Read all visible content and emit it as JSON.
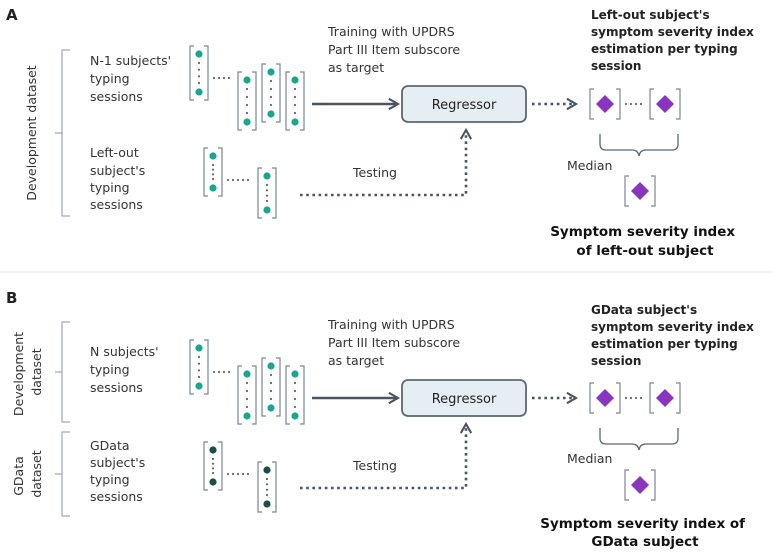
{
  "colors": {
    "teal": "#1aa68e",
    "dark_teal": "#1c4e47",
    "purple": "#8a35c0",
    "arrow": "#4a5561",
    "regressor_fill": "#e4eef3",
    "regressor_stroke": "#5b6772"
  },
  "panels": [
    {
      "letter": "A",
      "group_label": "Development dataset",
      "train_label": [
        "N-1 subjects'",
        "typing",
        "sessions"
      ],
      "test_label": [
        "Left-out",
        "subject's",
        "typing",
        "sessions"
      ],
      "test_dot_color": "teal",
      "training_text": [
        "Training with UPDRS",
        "Part III Item subscore",
        "as target"
      ],
      "regressor": "Regressor",
      "testing": "Testing",
      "estimation_title": [
        "Left-out subject's",
        "symptom severity index",
        "estimation per typing",
        "session"
      ],
      "median": "Median",
      "result": [
        "Symptom severity index",
        "of  left-out subject"
      ]
    },
    {
      "letter": "B",
      "group_label_top": "Development",
      "group_label_top_2": "dataset",
      "group_label_bottom": "GData",
      "group_label_bottom_2": "dataset",
      "train_label": [
        "N subjects'",
        "typing",
        "sessions"
      ],
      "test_label": [
        "GData",
        "subject's",
        "typing",
        "sessions"
      ],
      "test_dot_color": "dark_teal",
      "training_text": [
        "Training with UPDRS",
        "Part III Item subscore",
        "as target"
      ],
      "regressor": "Regressor",
      "testing": "Testing",
      "estimation_title": [
        "GData subject's",
        "symptom severity index",
        "estimation per typing",
        "session"
      ],
      "median": "Median",
      "result": [
        "Symptom severity index of",
        "GData subject"
      ]
    }
  ]
}
